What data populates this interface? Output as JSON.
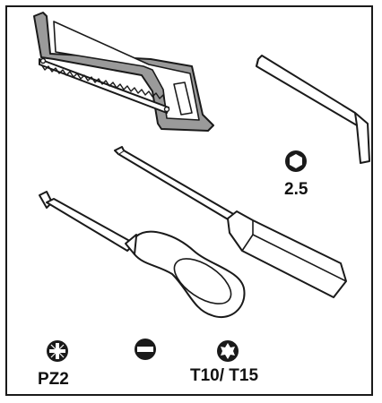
{
  "tools": {
    "hacksaw": {
      "icon": "hacksaw-icon"
    },
    "hex_key": {
      "icon": "hex-key-icon"
    },
    "flat_screwdriver": {
      "icon": "flat-screwdriver-icon"
    },
    "phillips_screwdriver": {
      "icon": "pozidriv-screwdriver-icon"
    }
  },
  "bit_labels": {
    "hex": "2.5",
    "pozidriv": "PZ2",
    "torx": "T10/ T15"
  },
  "bit_icons": {
    "hex": "hex-bit-icon",
    "pozidriv": "pozidriv-bit-icon",
    "slotted": "slotted-bit-icon",
    "torx": "torx-bit-icon"
  },
  "colors": {
    "line": "#1a1a1a",
    "frame_fill": "#9a9a9a",
    "background": "#ffffff"
  }
}
